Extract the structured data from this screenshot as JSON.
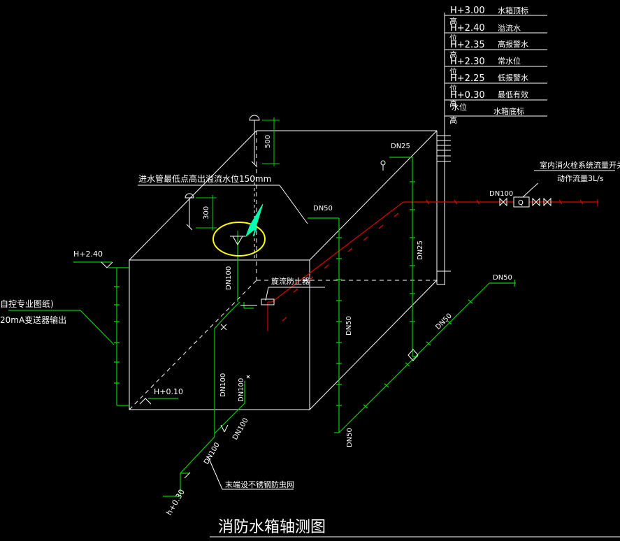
{
  "title": "消防水箱轴测图",
  "levels": [
    {
      "elev": "H+3.00",
      "desc": "水箱顶标"
    },
    {
      "elev": "H+2.40",
      "desc": "溢流水"
    },
    {
      "elev": "H+2.35",
      "desc": "高报警水"
    },
    {
      "elev": "H+2.30",
      "desc": "常水位"
    },
    {
      "elev": "H+2.25",
      "desc": "低报警水"
    },
    {
      "elev": "H+0.30",
      "desc": "最低有效"
    },
    {
      "elev": "",
      "desc": "水箱底标"
    }
  ],
  "level_fragments": [
    "高",
    "位",
    "高",
    "位",
    "位",
    "高",
    "位",
    "高",
    "水位",
    "高"
  ],
  "notes": {
    "inlet_note": "进水管最低点高出溢流水位150mm",
    "flow_switch": "室内消火栓系统流量开关",
    "flow_rate": "动作流量3L/s",
    "vortex": "旋流防止器",
    "left_note_1": "自控专业图纸)",
    "left_note_2": "20mA变送器输出",
    "end_net": "末端设不锈钢防虫网"
  },
  "dims": {
    "d500": "500",
    "d300": "300"
  },
  "elevations": {
    "h240": "H+2.40",
    "h010": "H+0.10",
    "h030": "h+0.30"
  },
  "pipes": {
    "dn25_top": "DN25",
    "dn25_vert": "DN25",
    "dn50_over": "DN50",
    "dn50_vert": "DN50",
    "dn50_diag": "DN50",
    "dn50_right": "DN50",
    "dn50_low": "DN50",
    "dn100_right": "DN100",
    "dn100_vert": "DN100",
    "dn100_a": "DN100",
    "dn100_b": "DN100",
    "dn100_c": "DN100",
    "dn100_d": "DN100"
  },
  "colors": {
    "box": "#ffffff",
    "green": "#00d000",
    "red": "#e00000",
    "yellow": "#ffff00",
    "cyan": "#00ffb0"
  }
}
